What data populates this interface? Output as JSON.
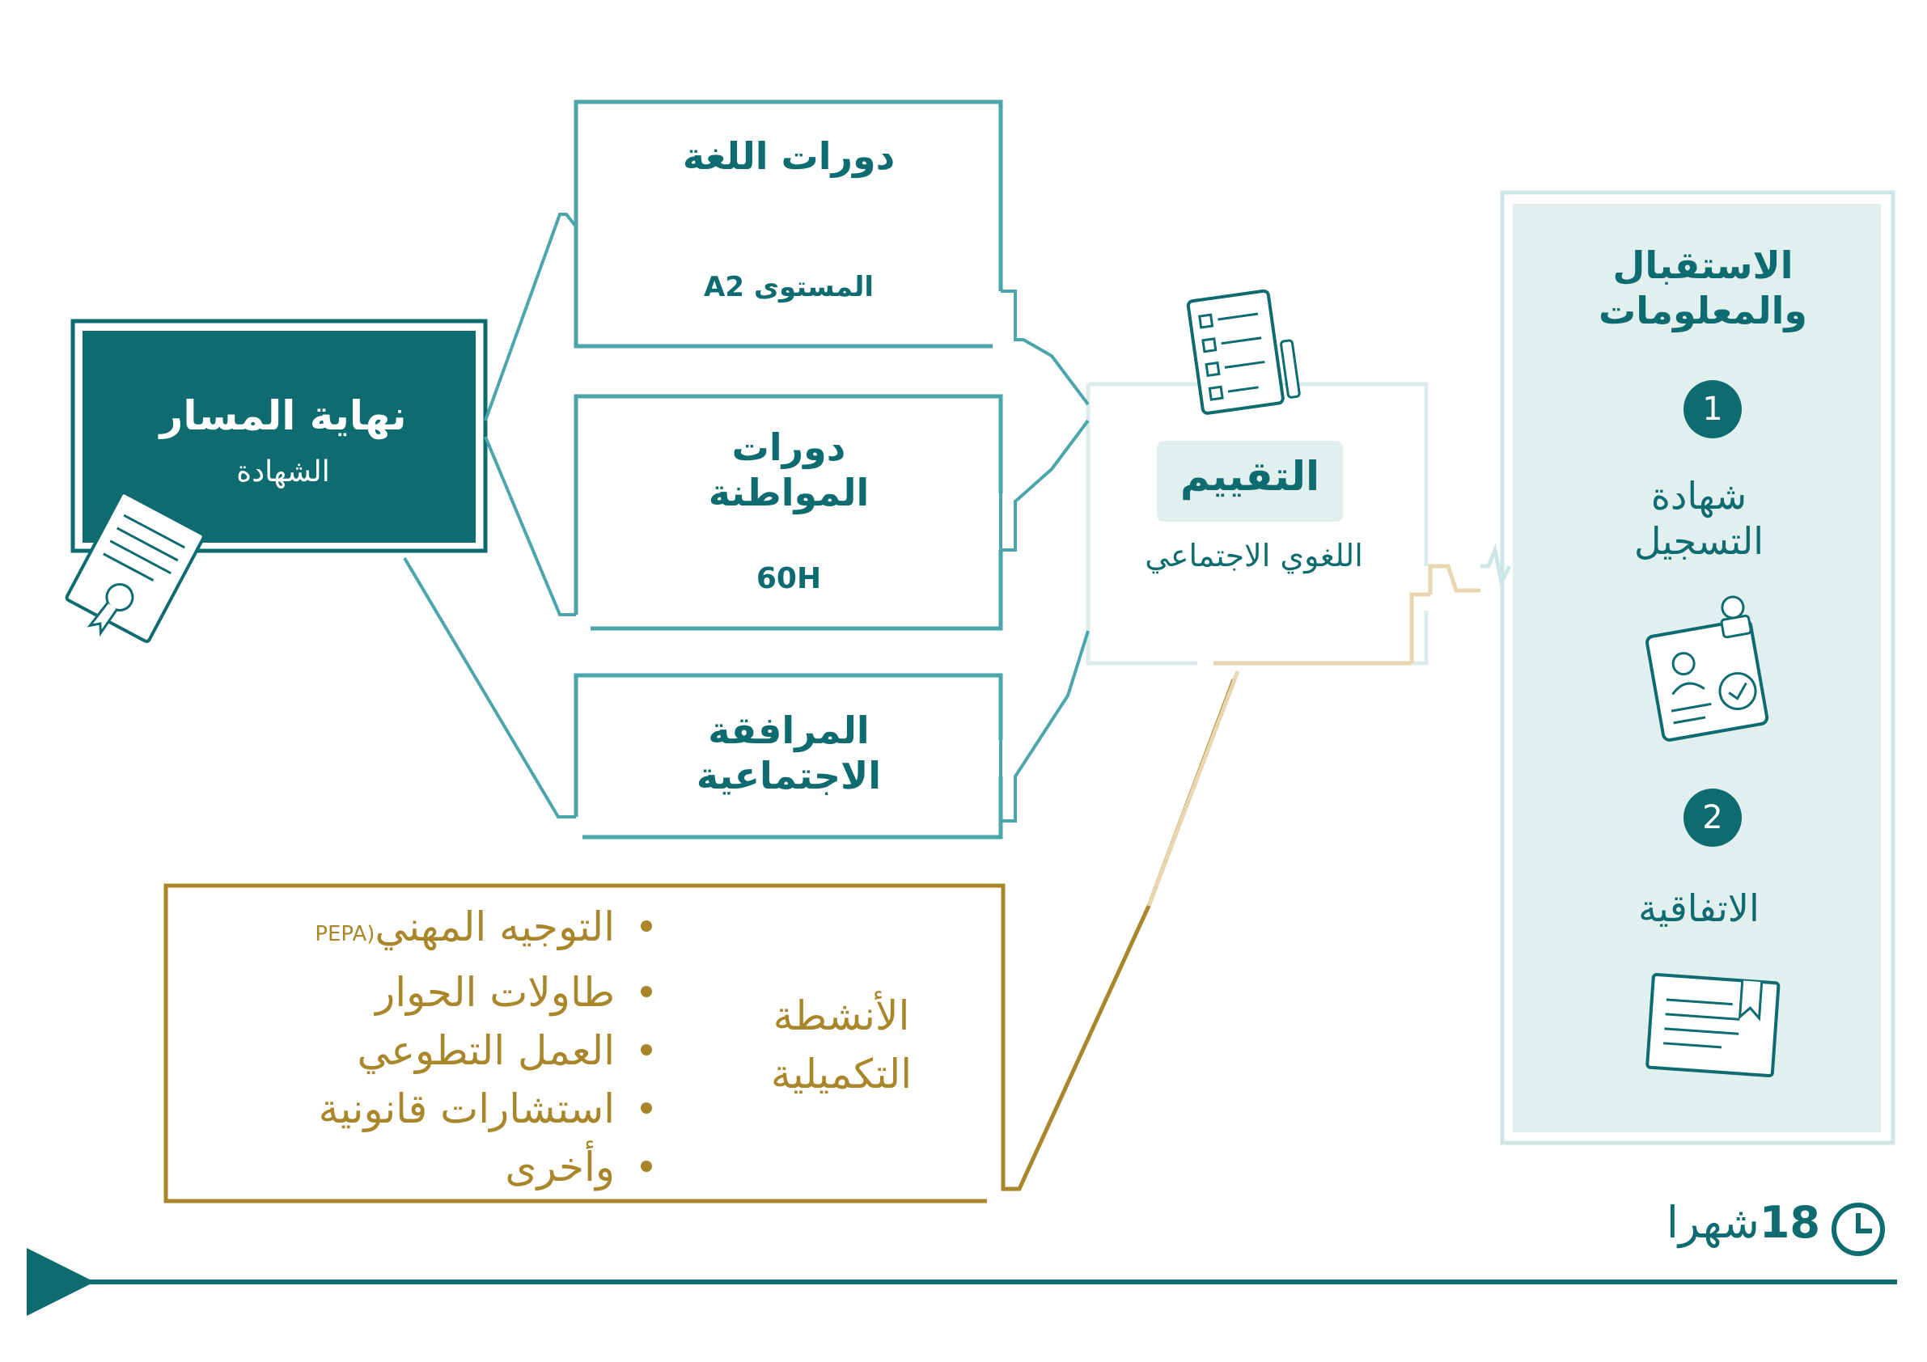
{
  "colors": {
    "teal_dark": "#0e6b6f",
    "teal_mid": "#4aa6aa",
    "teal_light": "#cfe6e6",
    "panel_fill": "#e1efef",
    "gold": "#a9862a",
    "gold_light": "#e8d6b0"
  },
  "reception": {
    "title": "الاستقبال والمعلومات",
    "step1_number": "1",
    "step1_label": "شهادة التسجيل",
    "step1_icon": "registration-certificate-icon",
    "step2_number": "2",
    "step2_label": "الاتفاقية",
    "step2_icon": "agreement-document-icon"
  },
  "assessment": {
    "title": "التقييم",
    "subtitle": "اللغوي الاجتماعي",
    "icon": "checklist-icon"
  },
  "courses": [
    {
      "title": "دورات اللغة",
      "detail": "المستوى A2"
    },
    {
      "title": "دورات المواطنة",
      "detail": "60H"
    },
    {
      "title": "المرافقة الاجتماعية",
      "detail": ""
    }
  ],
  "end": {
    "title": "نهاية المسار",
    "subtitle": "الشهادة",
    "icon": "diploma-icon"
  },
  "activities": {
    "title": "الأنشطة التكميلية",
    "items": [
      {
        "text": "التوجيه المهني",
        "note": "(PEPA"
      },
      {
        "text": "طاولات الحوار",
        "note": ""
      },
      {
        "text": "العمل التطوعي",
        "note": ""
      },
      {
        "text": "استشارات قانونية",
        "note": ""
      },
      {
        "text": "وأخرى",
        "note": ""
      }
    ]
  },
  "timeline": {
    "duration_number": "18",
    "duration_unit": "شهرا",
    "icon": "clock-icon"
  }
}
